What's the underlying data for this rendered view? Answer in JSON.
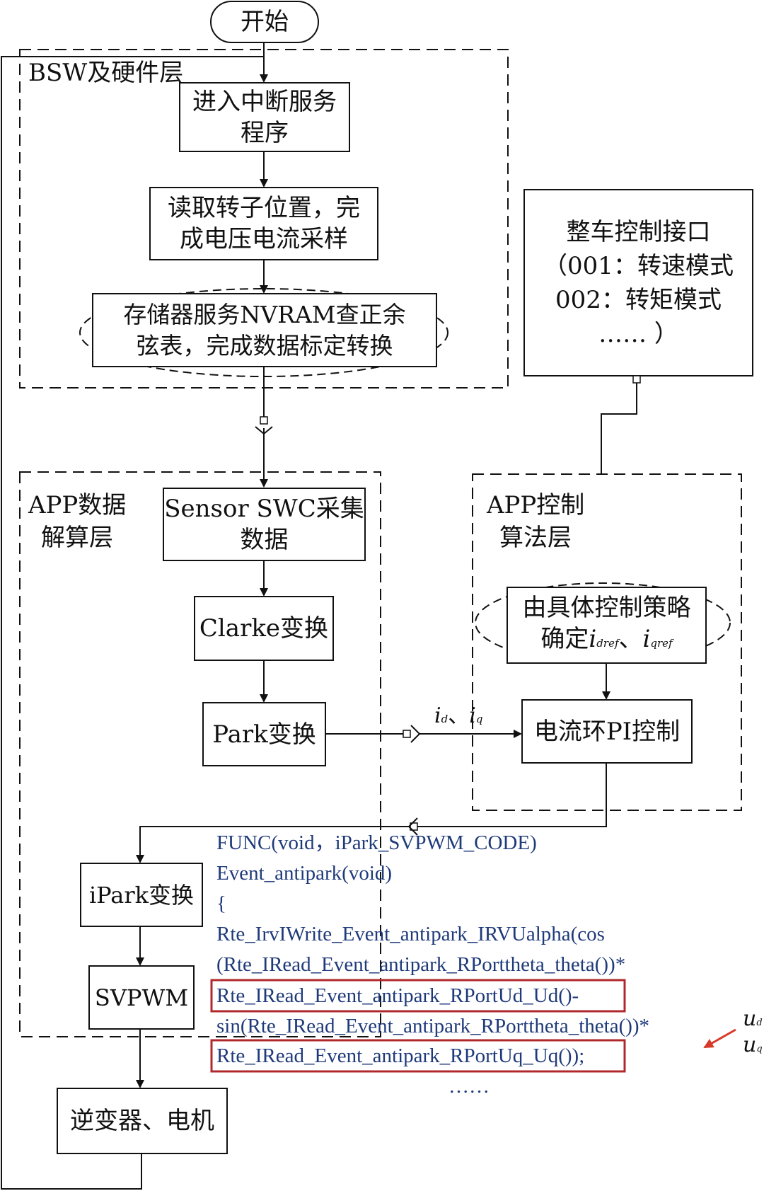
{
  "diagram": {
    "start": "开始",
    "layers": {
      "bsw": "BSW及硬件层",
      "app_data_line1": "APP数据",
      "app_data_line2": "解算层",
      "app_ctrl_line1": "APP控制",
      "app_ctrl_line2": "算法层"
    },
    "boxes": {
      "interrupt_line1": "进入中断服务",
      "interrupt_line2": "程序",
      "read_line1": "读取转子位置，完",
      "read_line2": "成电压电流采样",
      "nvram_line1": "存储器服务NVRAM查正余",
      "nvram_line2": "弦表，完成数据标定转换",
      "vehicle_line1": "整车控制接口",
      "vehicle_line2": "（001：转速模式",
      "vehicle_line3": "002：转矩模式",
      "vehicle_line4": "…… ）",
      "sensor_line1": "Sensor SWC采集",
      "sensor_line2": "数据",
      "clarke": "Clarke变换",
      "park": "Park变换",
      "strategy_line1": "由具体控制策略",
      "strategy_line2_prefix": "确定",
      "strategy_i": "i",
      "strategy_sub1": "dref",
      "strategy_sep": "、",
      "strategy_sub2": "qref",
      "pi": "电流环PI控制",
      "ipark": "iPark变换",
      "svpwm": "SVPWM",
      "inverter": "逆变器、电机"
    },
    "arrow_label": {
      "i": "i",
      "sub_d": "d",
      "sep": "、",
      "sub_q": "q"
    },
    "code_lines": [
      "FUNC(void，iPark_SVPWM_CODE)",
      "Event_antipark(void)",
      "{",
      "Rte_IrvIWrite_Event_antipark_IRVUalpha(cos",
      "(Rte_IRead_Event_antipark_RPorttheta_theta())*",
      "Rte_IRead_Event_antipark_RPortUd_Ud()-",
      "sin(Rte_IRead_Event_antipark_RPorttheta_theta())*",
      "Rte_IRead_Event_antipark_RPortUq_Uq());",
      "……"
    ],
    "side_labels": {
      "u": "u",
      "sub_d": "d",
      "sub_q": "q"
    },
    "colors": {
      "line": "#111111",
      "code": "#1f3a7a",
      "highlight": "#b0282c",
      "pointer": "#d83a2a"
    }
  }
}
